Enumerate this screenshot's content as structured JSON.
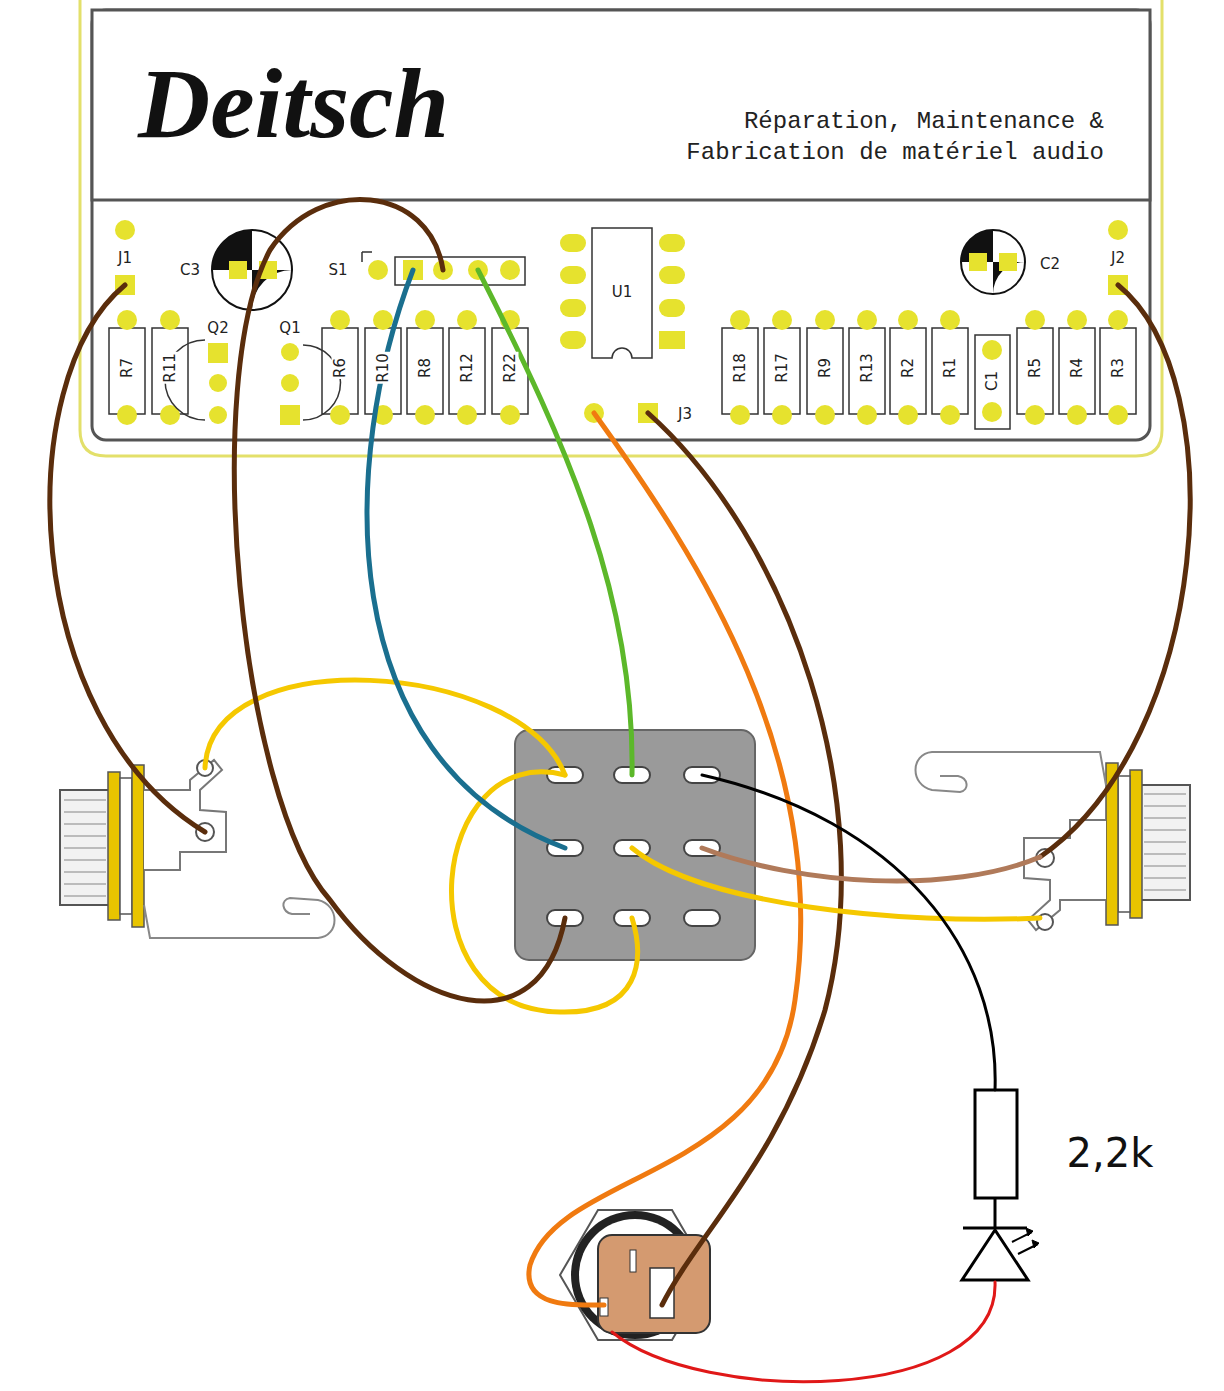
{
  "diagram": {
    "nodes": [
      {
        "text": [
          "Deitsch",
          "Réparation, Maintenance & Fabrication de matériel audio"
        ]
      }
    ],
    "labels": [
      "J1",
      "C3",
      "S1",
      "U1",
      "C2",
      "J2",
      "Q2",
      "Q1",
      "R7",
      "R11",
      "R6",
      "R10",
      "R8",
      "R12",
      "R22",
      "R18",
      "R17",
      "R9",
      "R13",
      "R2",
      "R1",
      "C1",
      "R5",
      "R4",
      "R3",
      "J3",
      "2,2k"
    ]
  }
}
